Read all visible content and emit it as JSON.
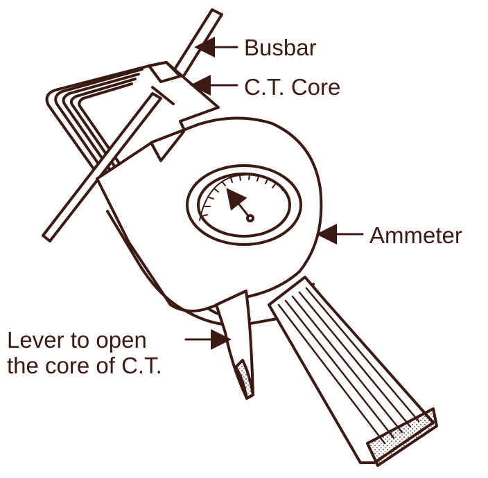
{
  "colors": {
    "ink": "#3a1a12",
    "paper": "#ffffff",
    "fill": "#fbf7f2"
  },
  "labels": {
    "busbar": "Busbar",
    "ct_core": "C.T. Core",
    "ammeter": "Ammeter",
    "lever_line1": "Lever to open",
    "lever_line2": "the core of C.T."
  }
}
